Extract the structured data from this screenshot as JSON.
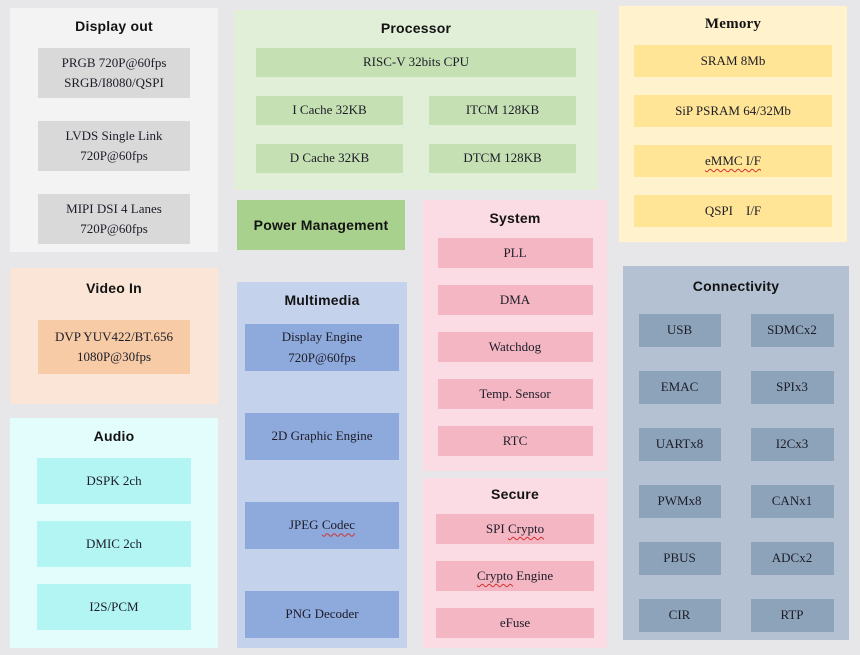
{
  "diagram_title": "SoC block diagram",
  "colors": {
    "page_background": "#e7e7ea",
    "squiggle_red": "#cf3333",
    "display_out": {
      "panel": "#f3f3f3",
      "box": "#d9d9d9"
    },
    "processor": {
      "panel": "#e1efd8",
      "box": "#c5e0b3"
    },
    "power_management": {
      "box": "#a9d18e"
    },
    "memory": {
      "panel": "#fff2cc",
      "box": "#ffe595"
    },
    "video_in": {
      "panel": "#fbe5d6",
      "box": "#f7cba6"
    },
    "audio": {
      "panel": "#e2fdfc",
      "box": "#b3f5f3"
    },
    "multimedia": {
      "panel": "#c5d2ec",
      "box": "#8ea9db"
    },
    "system": {
      "panel": "#fbdce4",
      "box": "#f4b6c3"
    },
    "secure": {
      "panel": "#fbdce4",
      "box": "#f4b6c3"
    },
    "connectivity": {
      "panel": "#b4c1d2",
      "box": "#8da3ba"
    }
  },
  "sections": [
    {
      "id": "display-out",
      "title": "Display out",
      "boxes": [
        {
          "lines": [
            "PRGB 720P@60fps",
            "SRGB/I8080/QSPI"
          ]
        },
        {
          "lines": [
            "LVDS Single Link",
            "720P@60fps"
          ]
        },
        {
          "lines": [
            "MIPI DSI 4 Lanes",
            "720P@60fps"
          ]
        }
      ]
    },
    {
      "id": "video-in",
      "title": "Video In",
      "boxes": [
        {
          "lines": [
            "DVP YUV422/BT.656",
            "1080P@30fps"
          ]
        }
      ]
    },
    {
      "id": "audio",
      "title": "Audio",
      "boxes": [
        {
          "lines": [
            "DSPK 2ch"
          ]
        },
        {
          "lines": [
            "DMIC 2ch"
          ]
        },
        {
          "lines": [
            "I2S/PCM"
          ]
        }
      ]
    },
    {
      "id": "processor",
      "title": "Processor",
      "boxes": [
        {
          "lines": [
            "RISC-V 32bits CPU"
          ],
          "span": 2
        },
        {
          "lines": [
            "I Cache 32KB"
          ]
        },
        {
          "lines": [
            "ITCM 128KB"
          ]
        },
        {
          "lines": [
            "D Cache 32KB"
          ]
        },
        {
          "lines": [
            "DTCM 128KB"
          ]
        }
      ]
    },
    {
      "id": "power-management",
      "title": "Power Management",
      "boxes": []
    },
    {
      "id": "multimedia",
      "title": "Multimedia",
      "boxes": [
        {
          "lines": [
            "Display Engine",
            "720P@60fps"
          ]
        },
        {
          "lines": [
            "2D Graphic Engine"
          ]
        },
        {
          "lines": [
            "JPEG Codec"
          ],
          "sq": "Codec"
        },
        {
          "lines": [
            "PNG Decoder"
          ]
        }
      ]
    },
    {
      "id": "system",
      "title": "System",
      "boxes": [
        {
          "lines": [
            "PLL"
          ]
        },
        {
          "lines": [
            "DMA"
          ]
        },
        {
          "lines": [
            "Watchdog"
          ]
        },
        {
          "lines": [
            "Temp. Sensor"
          ]
        },
        {
          "lines": [
            "RTC"
          ]
        }
      ]
    },
    {
      "id": "secure",
      "title": "Secure",
      "boxes": [
        {
          "lines": [
            "SPI Crypto"
          ],
          "sq": "Crypto"
        },
        {
          "lines": [
            "Crypto Engine"
          ],
          "sq": "Crypto"
        },
        {
          "lines": [
            "eFuse"
          ]
        }
      ]
    },
    {
      "id": "memory",
      "title": "Memory",
      "serif_title": true,
      "boxes": [
        {
          "lines": [
            "SRAM 8Mb"
          ]
        },
        {
          "lines": [
            "SiP PSRAM 64/32Mb"
          ]
        },
        {
          "lines": [
            "eMMC I/F"
          ],
          "sq": "eMMC I/F"
        },
        {
          "lines": [
            "QSPI    I/F"
          ]
        }
      ]
    },
    {
      "id": "connectivity",
      "title": "Connectivity",
      "boxes": [
        {
          "lines": [
            "USB"
          ]
        },
        {
          "lines": [
            "SDMCx2"
          ]
        },
        {
          "lines": [
            "EMAC"
          ]
        },
        {
          "lines": [
            "SPIx3"
          ]
        },
        {
          "lines": [
            "UARTx8"
          ]
        },
        {
          "lines": [
            "I2Cx3"
          ]
        },
        {
          "lines": [
            "PWMx8"
          ]
        },
        {
          "lines": [
            "CANx1"
          ]
        },
        {
          "lines": [
            "PBUS"
          ]
        },
        {
          "lines": [
            "ADCx2"
          ]
        },
        {
          "lines": [
            "CIR"
          ]
        },
        {
          "lines": [
            "RTP"
          ]
        }
      ]
    }
  ]
}
